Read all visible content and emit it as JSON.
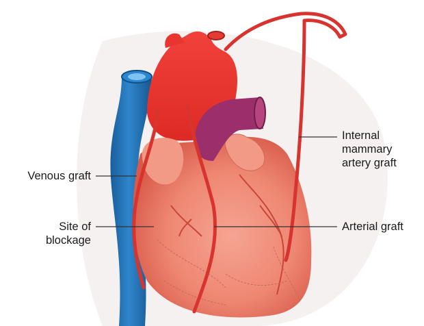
{
  "labels": {
    "internal_mammary": "Internal\nmammary\nartery graft",
    "venous_graft": "Venous graft",
    "site_of_blockage": "Site of\nblockage",
    "arterial_graft": "Arterial graft"
  },
  "colors": {
    "vena_cava": "#1e6fb3",
    "aorta": "#e8322c",
    "pulmonary_artery": "#a0306f",
    "heart_muscle": "#ef8a78",
    "graft": "#d8342f",
    "leader_line": "#333333"
  }
}
